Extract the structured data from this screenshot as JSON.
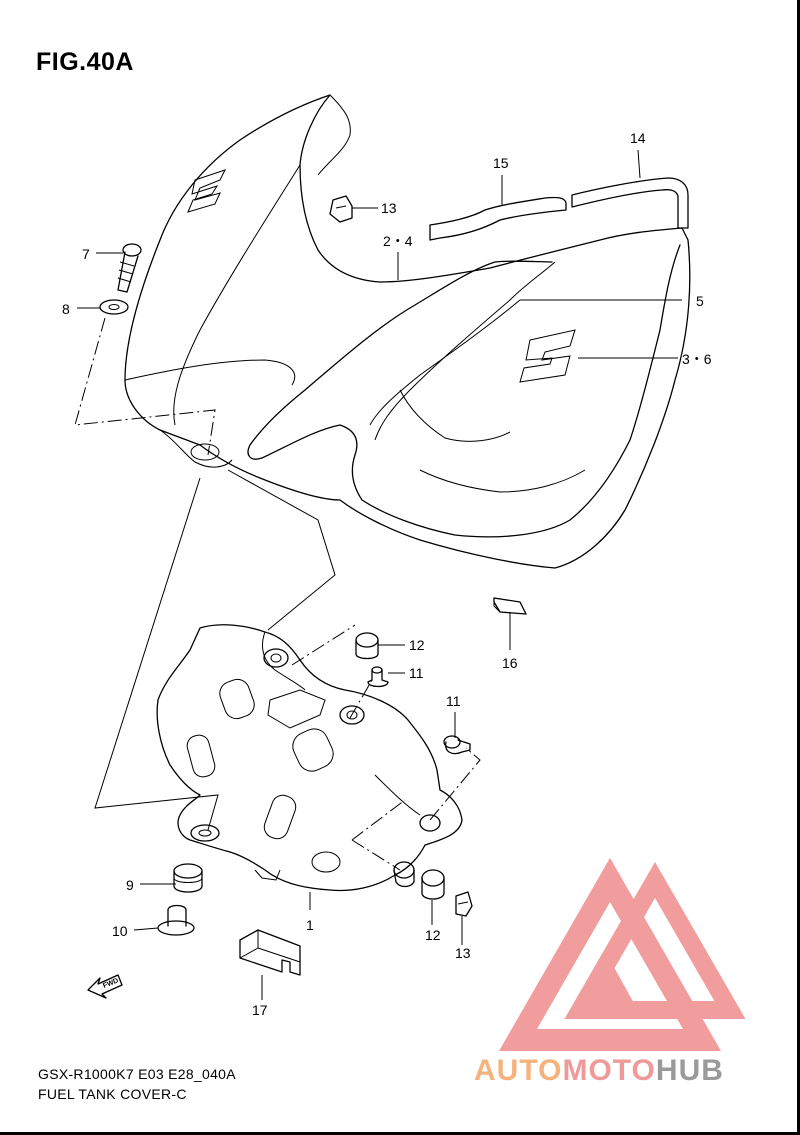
{
  "figure": {
    "title": "FIG.40A",
    "model_code": "GSX-R1000K7 E03 E28_040A",
    "part_name": "FUEL TANK COVER-C"
  },
  "callouts": {
    "c14": "14",
    "c15": "15",
    "c13a": "13",
    "c24": "2・4",
    "c7": "7",
    "c8": "8",
    "c5": "5",
    "c36": "3・6",
    "c16": "16",
    "c12a": "12",
    "c11a": "11",
    "c11b": "11",
    "c9": "9",
    "c10": "10",
    "c1": "1",
    "c12b": "12",
    "c13b": "13",
    "c17": "17"
  },
  "direction_marker": "FWD",
  "watermark": {
    "part1": "AUTO",
    "part2": "MOTO",
    "part3": "HUB"
  },
  "colors": {
    "line": "#000000",
    "watermark_red": "#f08c8c",
    "watermark_orange": "#f5b37b",
    "watermark_gray": "#9a9a9a"
  }
}
